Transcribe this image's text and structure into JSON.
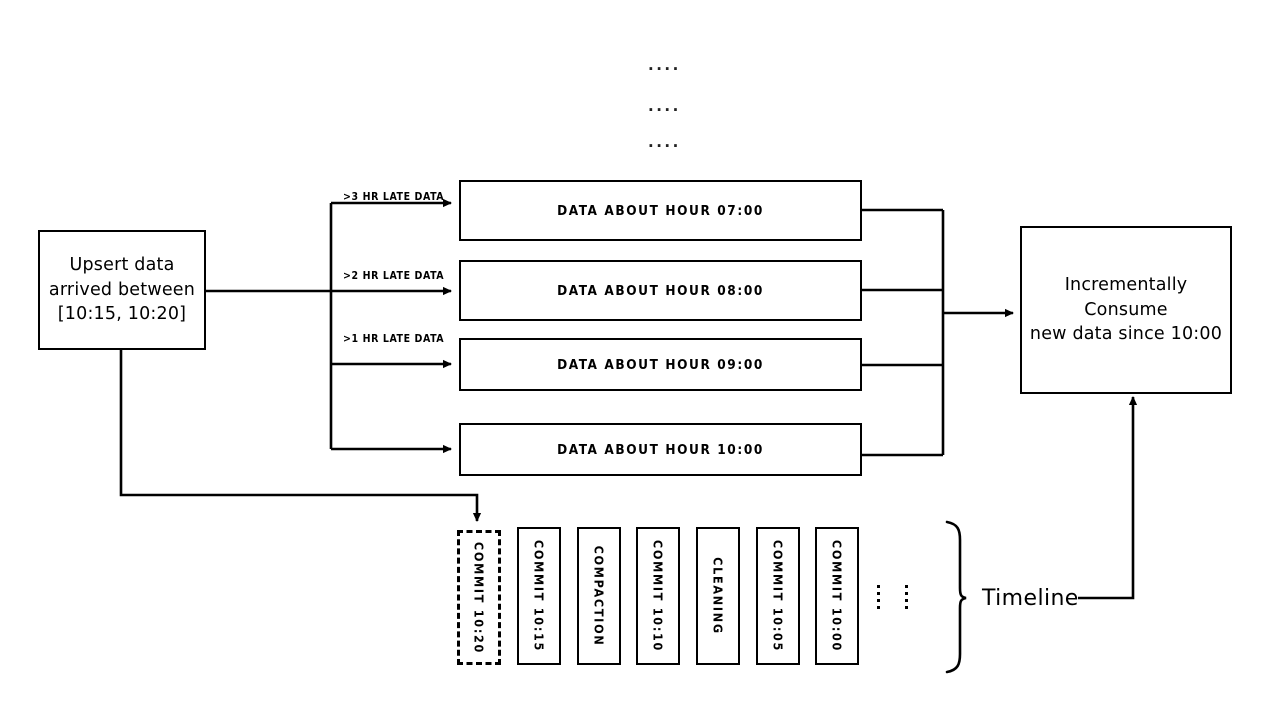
{
  "diagram": {
    "title_text_top_ellipses": [
      "....",
      "....",
      "...."
    ],
    "source_box": {
      "lines": [
        "Upsert data",
        "arrived between",
        "[10:15, 10:20]"
      ],
      "full_text": "Upsert data arrived between [10:15, 10:20]"
    },
    "route_labels": [
      {
        "label": ">3 hr late data"
      },
      {
        "label": ">2 hr late data"
      },
      {
        "label": ">1 hr late data"
      }
    ],
    "data_boxes": [
      {
        "label": "Data about hour 07:00"
      },
      {
        "label": "Data about hour 08:00"
      },
      {
        "label": "Data about hour 09:00"
      },
      {
        "label": "Data about hour 10:00"
      }
    ],
    "consumer_box": {
      "lines": [
        "Incrementally Consume",
        "new data since 10:00"
      ],
      "full_text": "Incrementally Consume new data since 10:00"
    },
    "timeline": {
      "label": "Timeline",
      "ellipsis_columns": 2,
      "instants": [
        {
          "label": "COMMIT 10:20",
          "style": "dashed",
          "pending": true
        },
        {
          "label": "COMMIT 10:15",
          "style": "solid",
          "pending": false
        },
        {
          "label": "COMPACTION",
          "style": "solid",
          "pending": false
        },
        {
          "label": "COMMIT 10:10",
          "style": "solid",
          "pending": false
        },
        {
          "label": "CLEANING",
          "style": "solid",
          "pending": false
        },
        {
          "label": "COMMIT 10:05",
          "style": "solid",
          "pending": false
        },
        {
          "label": "COMMIT 10:00",
          "style": "solid",
          "pending": false
        }
      ]
    },
    "colors": {
      "stroke": "#000000",
      "background": "#ffffff"
    }
  }
}
